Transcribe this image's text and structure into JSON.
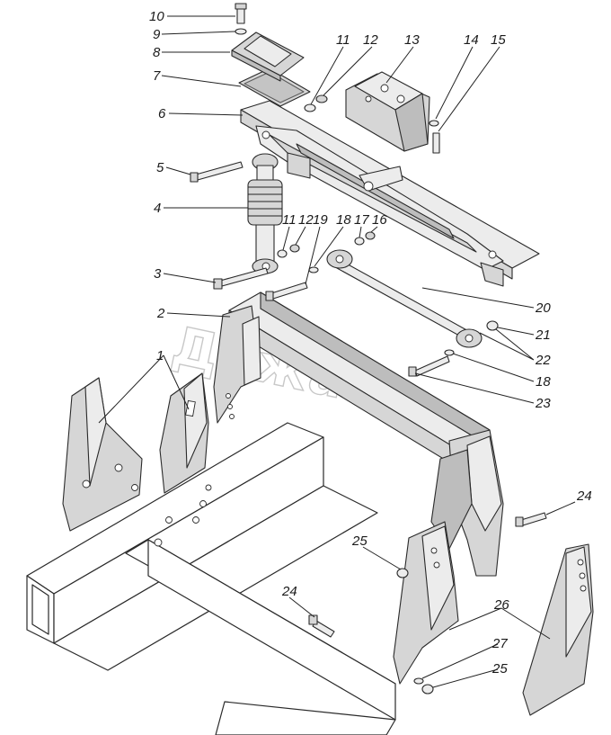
{
  "diagram": {
    "watermark": "Дожаб",
    "callouts": [
      {
        "id": "c10",
        "text": "10"
      },
      {
        "id": "c9",
        "text": "9"
      },
      {
        "id": "c8",
        "text": "8"
      },
      {
        "id": "c7",
        "text": "7"
      },
      {
        "id": "c6",
        "text": "6"
      },
      {
        "id": "c5",
        "text": "5"
      },
      {
        "id": "c4",
        "text": "4"
      },
      {
        "id": "c3",
        "text": "3"
      },
      {
        "id": "c2",
        "text": "2"
      },
      {
        "id": "c1",
        "text": "1"
      },
      {
        "id": "c11a",
        "text": "11"
      },
      {
        "id": "c12a",
        "text": "12"
      },
      {
        "id": "c13",
        "text": "13"
      },
      {
        "id": "c14",
        "text": "14"
      },
      {
        "id": "c15",
        "text": "15"
      },
      {
        "id": "c11b",
        "text": "11"
      },
      {
        "id": "c12b",
        "text": "12"
      },
      {
        "id": "c18a",
        "text": "18"
      },
      {
        "id": "c17",
        "text": "17"
      },
      {
        "id": "c16",
        "text": "16"
      },
      {
        "id": "c19",
        "text": "19"
      },
      {
        "id": "c20",
        "text": "20"
      },
      {
        "id": "c21",
        "text": "21"
      },
      {
        "id": "c22",
        "text": "22"
      },
      {
        "id": "c18b",
        "text": "18"
      },
      {
        "id": "c23",
        "text": "23"
      },
      {
        "id": "c24a",
        "text": "24"
      },
      {
        "id": "c25a",
        "text": "25"
      },
      {
        "id": "c24b",
        "text": "24"
      },
      {
        "id": "c26",
        "text": "26"
      },
      {
        "id": "c27",
        "text": "27"
      },
      {
        "id": "c25b",
        "text": "25"
      }
    ]
  }
}
